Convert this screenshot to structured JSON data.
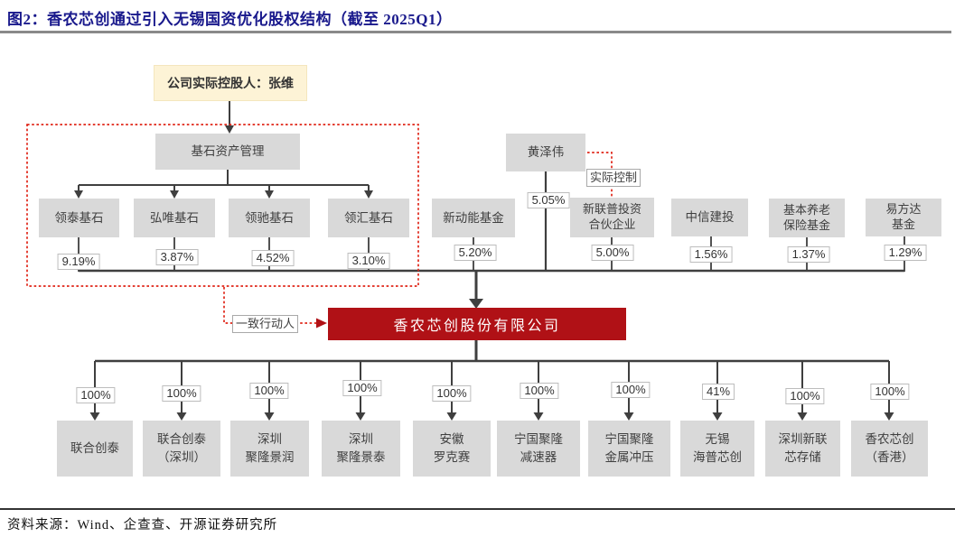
{
  "title": "图2：香农芯创通过引入无锡国资优化股权结构（截至 2025Q1）",
  "source": "资料来源：Wind、企查查、开源证券研究所",
  "colors": {
    "title_navy": "#19198c",
    "company_red": "#b01116",
    "dashed_red": "#e02518",
    "node_gray": "#d9d9d9",
    "controller_yellow": "#fdf3d6",
    "line_gray": "#3f3f3f"
  },
  "org": {
    "controller": {
      "name": "公司实际控股人：张维"
    },
    "asset_manager": {
      "name": "基石资产管理"
    },
    "cornerstone_funds": [
      {
        "name": "领泰基石",
        "stake": "9.19%"
      },
      {
        "name": "弘唯基石",
        "stake": "3.87%"
      },
      {
        "name": "领驰基石",
        "stake": "4.52%"
      },
      {
        "name": "领汇基石",
        "stake": "3.10%"
      }
    ],
    "person": {
      "name": "黄泽伟",
      "stake": "5.05%",
      "control_label": "实际控制"
    },
    "other_shareholders": [
      {
        "name": "新动能基金",
        "stake": "5.20%"
      },
      {
        "name": "新联普投资\n合伙企业",
        "stake": "5.00%"
      },
      {
        "name": "中信建投",
        "stake": "1.56%"
      },
      {
        "name": "基本养老\n保险基金",
        "stake": "1.37%"
      },
      {
        "name": "易方达\n基金",
        "stake": "1.29%"
      }
    ],
    "acting_in_concert_label": "一致行动人",
    "company": {
      "name": "香农芯创股份有限公司"
    },
    "subsidiaries": [
      {
        "name": "联合创泰",
        "stake": "100%"
      },
      {
        "name": "联合创泰\n（深圳）",
        "stake": "100%"
      },
      {
        "name": "深圳\n聚隆景润",
        "stake": "100%"
      },
      {
        "name": "深圳\n聚隆景泰",
        "stake": "100%"
      },
      {
        "name": "安徽\n罗克赛",
        "stake": "100%"
      },
      {
        "name": "宁国聚隆\n减速器",
        "stake": "100%"
      },
      {
        "name": "宁国聚隆\n金属冲压",
        "stake": "100%"
      },
      {
        "name": "无锡\n海普芯创",
        "stake": "41%"
      },
      {
        "name": "深圳新联\n芯存储",
        "stake": "100%"
      },
      {
        "name": "香农芯创\n（香港）",
        "stake": "100%"
      }
    ]
  }
}
